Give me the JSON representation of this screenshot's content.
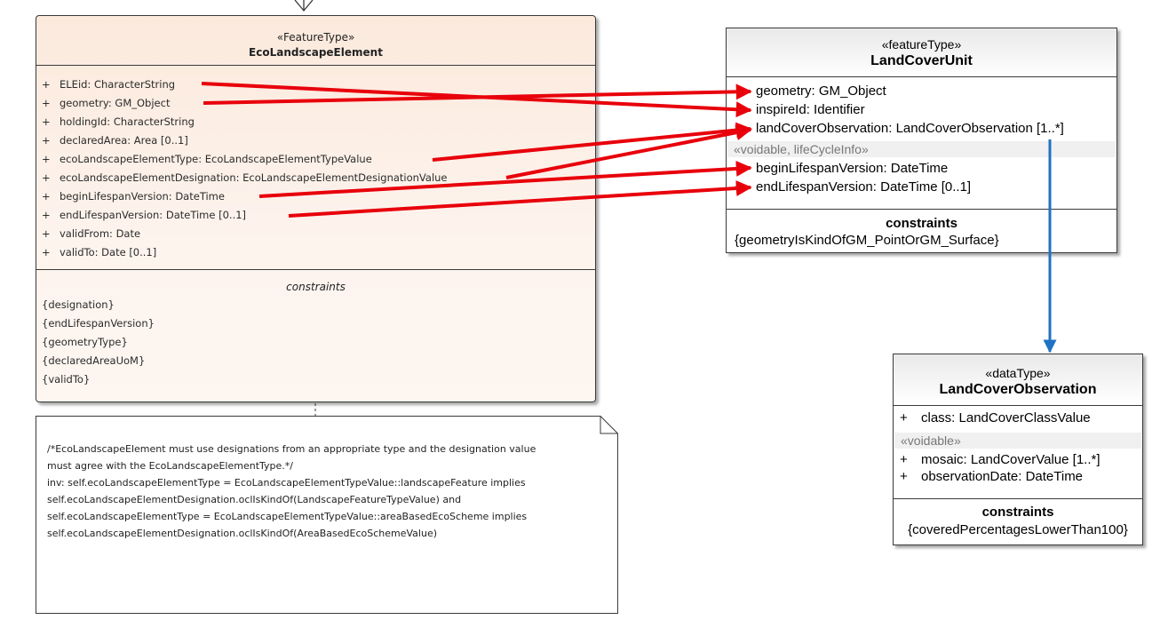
{
  "eco": {
    "stereotype": "«FeatureType»",
    "name": "EcoLandscapeElement",
    "attributes": [
      "ELEid: CharacterString",
      "geometry: GM_Object",
      "holdingId: CharacterString",
      "declaredArea: Area [0..1]",
      "ecoLandscapeElementType: EcoLandscapeElementTypeValue",
      "ecoLandscapeElementDesignation: EcoLandscapeElementDesignationValue",
      "beginLifespanVersion: DateTime",
      "endLifespanVersion: DateTime [0..1]",
      "validFrom: Date",
      "validTo: Date [0..1]"
    ],
    "constraints_title": "constraints",
    "constraints": [
      "{designation}",
      "{endLifespanVersion}",
      "{geometryType}",
      "{declaredAreaUoM}",
      "{validTo}"
    ]
  },
  "lcu": {
    "stereotype": "«featureType»",
    "name": "LandCoverUnit",
    "attributes": [
      "geometry:  GM_Object",
      "inspireId:  Identifier",
      "landCoverObservation:  LandCoverObservation [1..*]"
    ],
    "voidable_label": "«voidable, lifeCycleInfo»",
    "voidable_attributes": [
      "beginLifespanVersion:  DateTime",
      "endLifespanVersion:  DateTime [0..1]"
    ],
    "constraints_title": "constraints",
    "constraints": [
      "{geometryIsKindOfGM_PointOrGM_Surface}"
    ]
  },
  "lco": {
    "stereotype": "«dataType»",
    "name": "LandCoverObservation",
    "attributes": [
      "class:  LandCoverClassValue"
    ],
    "voidable_label": "«voidable»",
    "voidable_attributes": [
      "mosaic:  LandCoverValue [1..*]",
      "observationDate:  DateTime"
    ],
    "constraints_title": "constraints",
    "constraints": [
      "{coveredPercentagesLowerThan100}"
    ]
  },
  "note": {
    "lines": [
      "/*EcoLandscapeElement must use designations from an appropriate type and the designation value",
      "must agree with the EcoLandscapeElementType.*/",
      "inv: self.ecoLandscapeElementType =  EcoLandscapeElementTypeValue::landscapeFeature implies",
      "self.ecoLandscapeElementDesignation.oclIsKindOf(LandscapeFeatureTypeValue) and",
      "self.ecoLandscapeElementType =  EcoLandscapeElementTypeValue::areaBasedEcoScheme implies",
      "self.ecoLandscapeElementDesignation.oclIsKindOf(AreaBasedEcoSchemeValue)"
    ]
  },
  "plus_sign": "+",
  "colors": {
    "mapping_arrow": "#e8000b",
    "association_arrow": "#1f72c4",
    "eco_fill": "#fbe9dc"
  }
}
